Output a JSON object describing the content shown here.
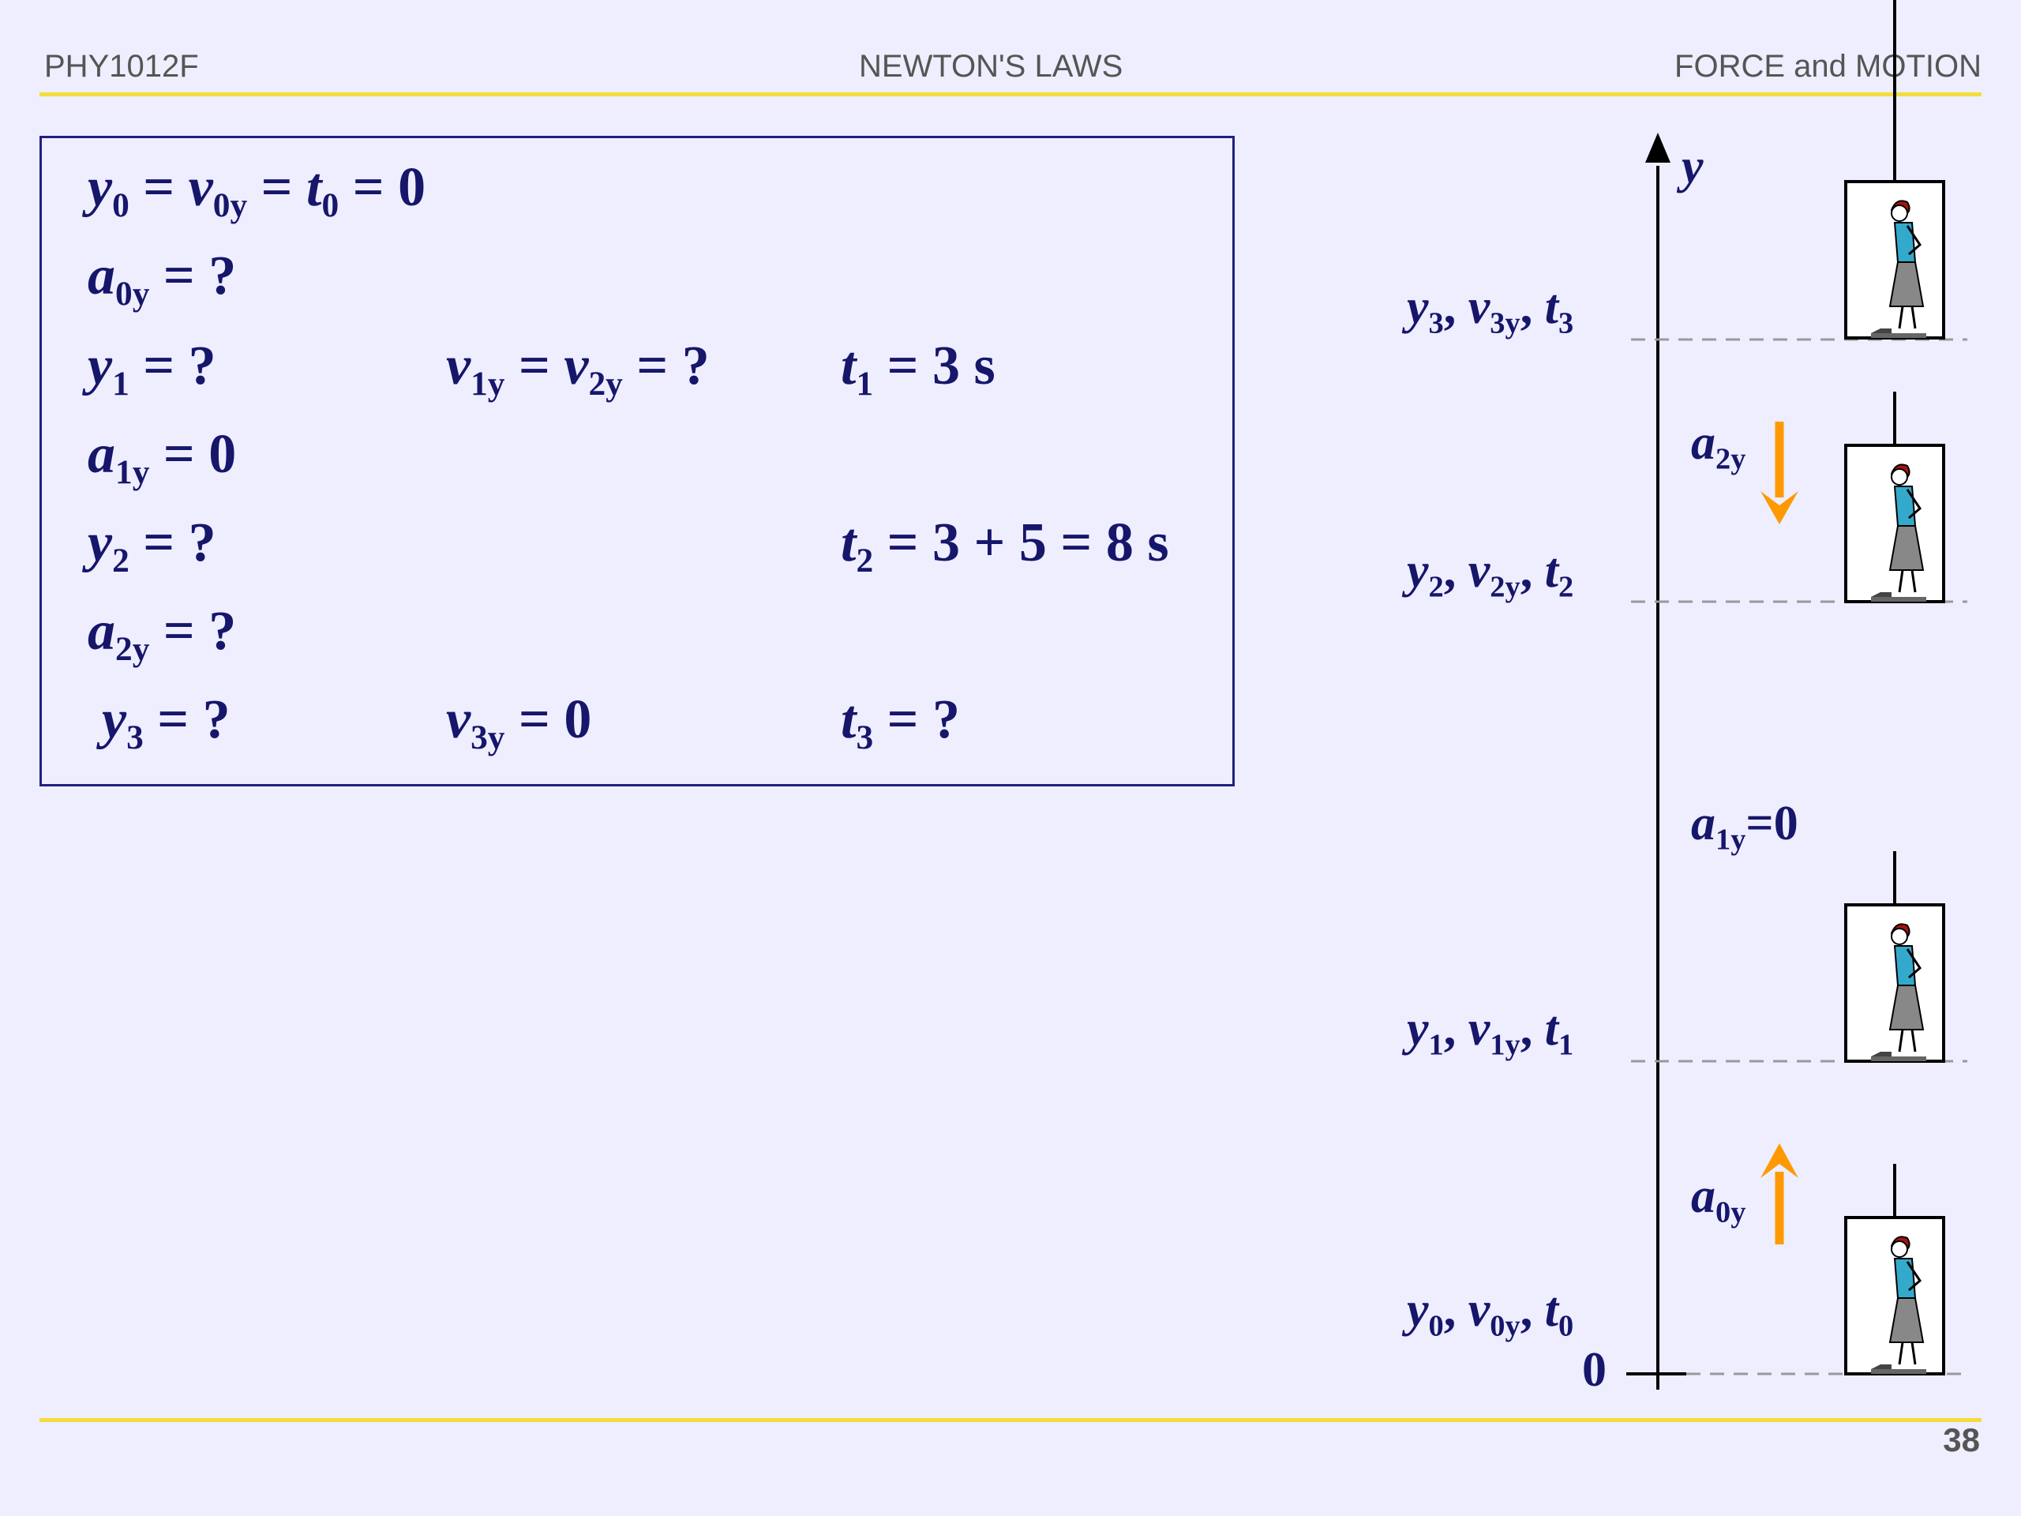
{
  "header": {
    "course": "PHY1012F",
    "topic": "NEWTON'S LAWS",
    "section": "FORCE and MOTION"
  },
  "page_number": "38",
  "equations": {
    "row1": {
      "y0": "y",
      "s1": "0",
      "eq1": " = ",
      "v0": "v",
      "s2": "0y",
      "eq2": " = ",
      "t0": "t",
      "s3": "0",
      "eq3": " = 0"
    },
    "row2": {
      "a": "a",
      "s": "0y",
      "rest": " = ?"
    },
    "row3": {
      "y": "y",
      "ys": "1",
      "yrest": " = ?",
      "v1": "v",
      "v1s": "1y",
      "veq": " = ",
      "v2": "v",
      "v2s": "2y",
      "vrest": " = ?",
      "t": "t",
      "ts": "1",
      "trest": " = 3 s"
    },
    "row4": {
      "a": "a",
      "s": "1y",
      "rest": " = 0"
    },
    "row5": {
      "y": "y",
      "ys": "2",
      "yrest": " = ?",
      "t": "t",
      "ts": "2",
      "trest": " = 3 + 5 = 8 s"
    },
    "row6": {
      "a": "a",
      "s": "2y",
      "rest": " = ?"
    },
    "row7": {
      "y": "y",
      "ys": "3",
      "yrest": " = ?",
      "v": "v",
      "vs": "3y",
      "vrest": " = 0",
      "t": "t",
      "ts": "3",
      "trest": " = ?"
    }
  },
  "diagram": {
    "axis_label": "y",
    "origin_label": "0",
    "levels": [
      {
        "y": "y",
        "ys": "3",
        "sep1": ", ",
        "v": "v",
        "vs": "3y",
        "sep2": ", ",
        "t": "t",
        "ts": "3"
      },
      {
        "y": "y",
        "ys": "2",
        "sep1": ", ",
        "v": "v",
        "vs": "2y",
        "sep2": ", ",
        "t": "t",
        "ts": "2"
      },
      {
        "y": "y",
        "ys": "1",
        "sep1": ", ",
        "v": "v",
        "vs": "1y",
        "sep2": ", ",
        "t": "t",
        "ts": "1"
      },
      {
        "y": "y",
        "ys": "0",
        "sep1": ", ",
        "v": "v",
        "vs": "0y",
        "sep2": ", ",
        "t": "t",
        "ts": "0"
      }
    ],
    "accel": {
      "a2": {
        "a": "a",
        "s": "2y",
        "rest": ""
      },
      "a1": {
        "a": "a",
        "s": "1y",
        "rest": "=0"
      },
      "a0": {
        "a": "a",
        "s": "0y",
        "rest": ""
      }
    },
    "colors": {
      "text": "#16166B",
      "arrow": "#FF9900",
      "dash": "#999999",
      "skirt": "#888888",
      "shirt": "#33AACC",
      "hair": "#AA1111"
    }
  }
}
